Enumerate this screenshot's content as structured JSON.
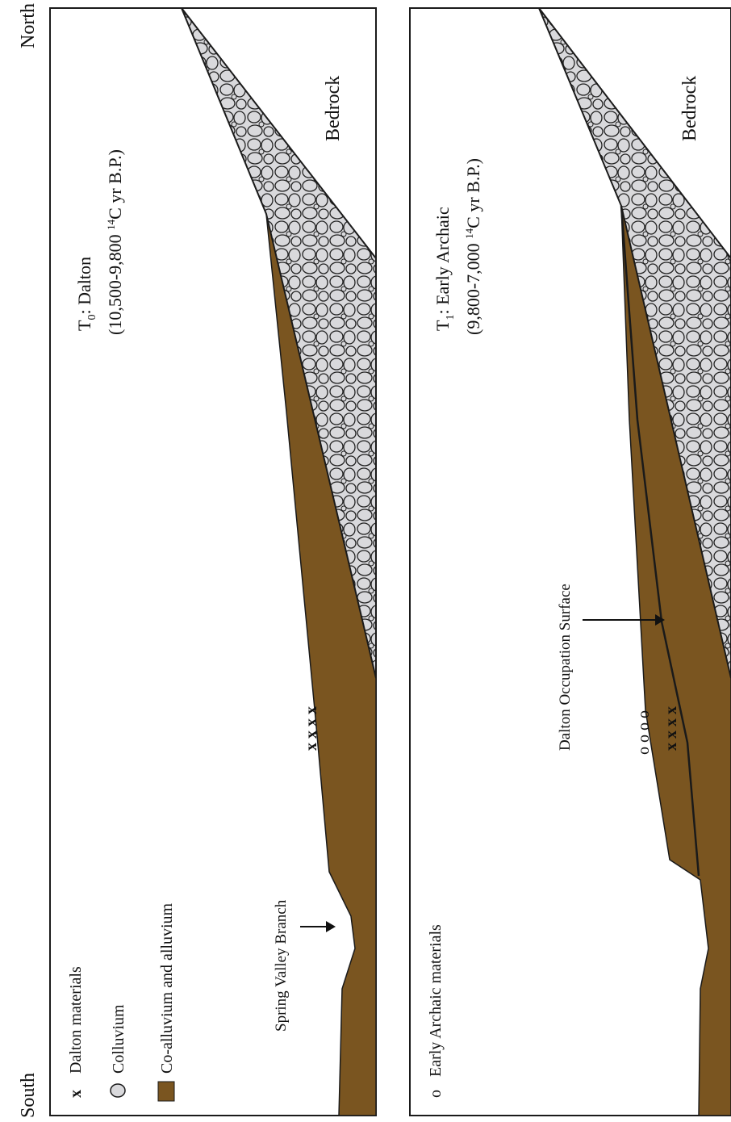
{
  "orientation": {
    "north": "North",
    "south": "South"
  },
  "legend": {
    "dalton_materials": "Dalton materials",
    "colluvium": "Colluvium",
    "coalluvium": "Co-alluvium and alluvium",
    "early_archaic_materials": "Early Archaic materials"
  },
  "panel_t0": {
    "title_prefix": "T",
    "title_sub": "0",
    "title_rest": ": Dalton",
    "dates_prefix": "(10,500-9,800 ",
    "dates_sup": "14",
    "dates_suffix": "C yr B.P.)",
    "bedrock": "Bedrock",
    "annotation": "Spring Valley Branch",
    "dalton_markers": "x x x x"
  },
  "panel_t1": {
    "title_prefix": "T",
    "title_sub": "1",
    "title_rest": ": Early Archaic",
    "dates_prefix": "(9,800-7,000 ",
    "dates_sup": "14",
    "dates_suffix": "C yr B.P.)",
    "bedrock": "Bedrock",
    "annotation": "Dalton Occupation Surface",
    "dalton_markers": "x x x x",
    "archaic_markers": "o o o o"
  },
  "colors": {
    "coalluvium": "#7a5520",
    "colluvium": "#d9d9dc",
    "outline": "#1a1a1a"
  }
}
